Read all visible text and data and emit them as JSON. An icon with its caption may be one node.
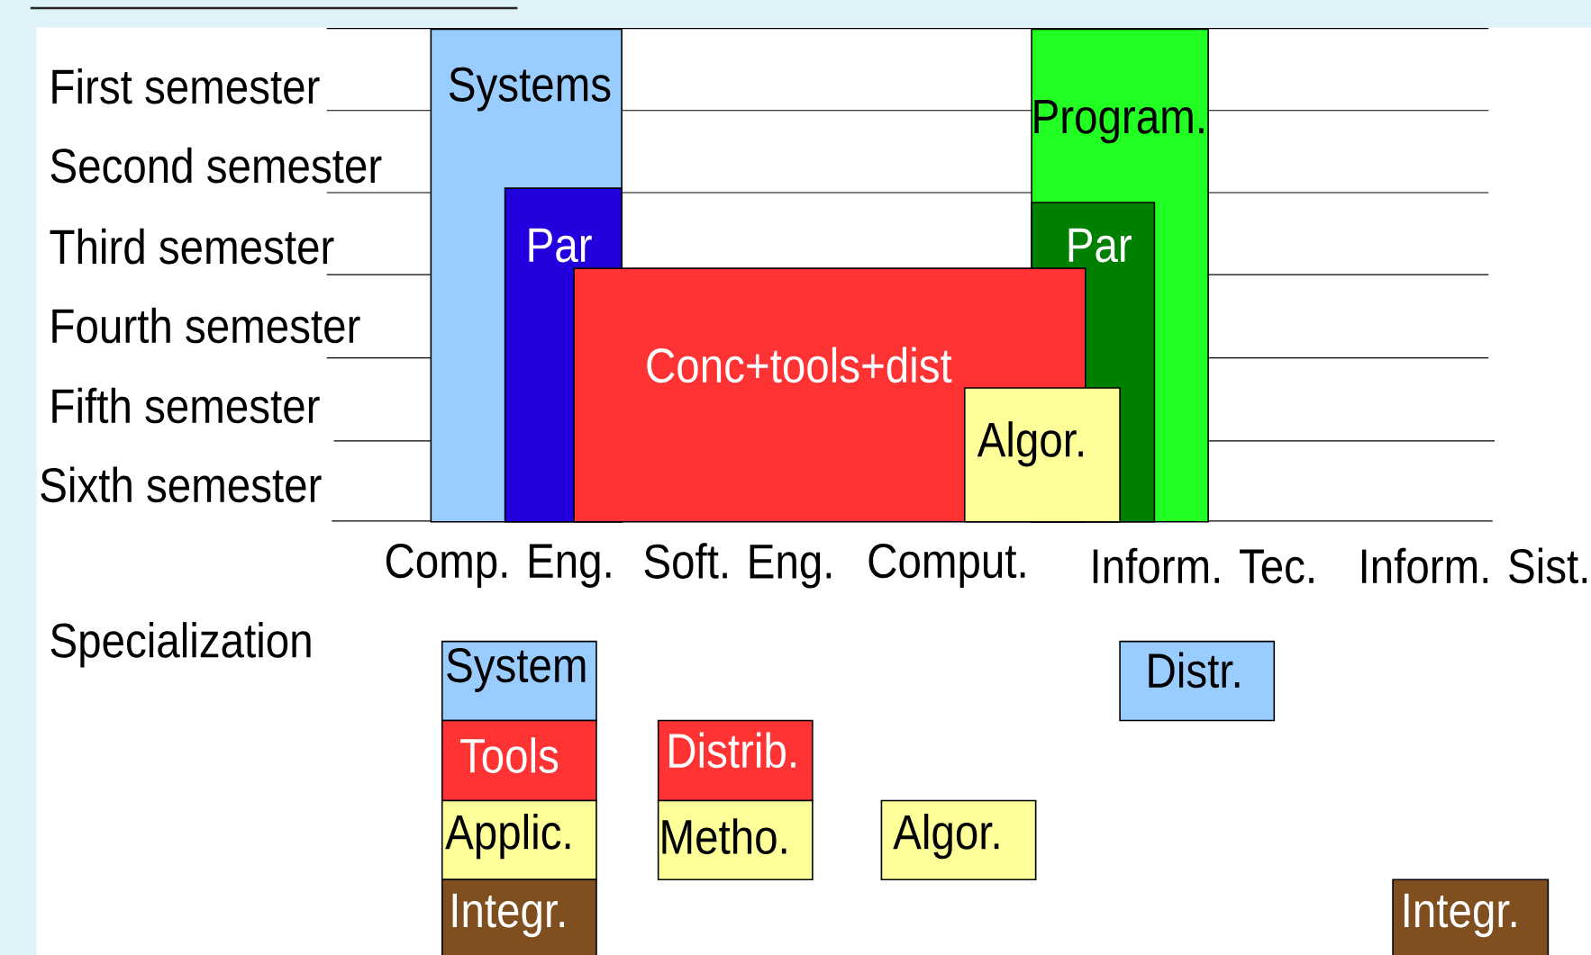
{
  "diagram": {
    "nodes": [
      {
        "text": [
          "Systems"
        ]
      },
      {
        "text": [
          "Par"
        ],
        "in": 0
      },
      {
        "text": [
          "Program."
        ]
      },
      {
        "text": [
          "Par"
        ],
        "in": 2
      },
      {
        "text": [
          "Conc+tools+dist"
        ]
      },
      {
        "text": [
          "Algor."
        ]
      },
      {
        "text": [
          "System"
        ]
      },
      {
        "text": [
          "Distr."
        ]
      },
      {
        "text": [
          "Tools"
        ]
      },
      {
        "text": [
          "Distrib."
        ]
      },
      {
        "text": [
          "Applic."
        ]
      },
      {
        "text": [
          "Metho."
        ]
      },
      {
        "text": [
          "Algor."
        ]
      },
      {
        "text": [
          "Integr."
        ]
      },
      {
        "text": [
          "Integr."
        ]
      }
    ],
    "edges": [],
    "labels": [
      "First semester",
      "Second semester",
      "Third semester",
      "Fourth semester",
      "Fifth semester",
      "Sixth semester",
      "Comp. Eng.",
      "Soft. Eng.",
      "Comput.",
      "Inform. Tec.",
      "Inform. Sist.",
      "Specialization"
    ]
  }
}
